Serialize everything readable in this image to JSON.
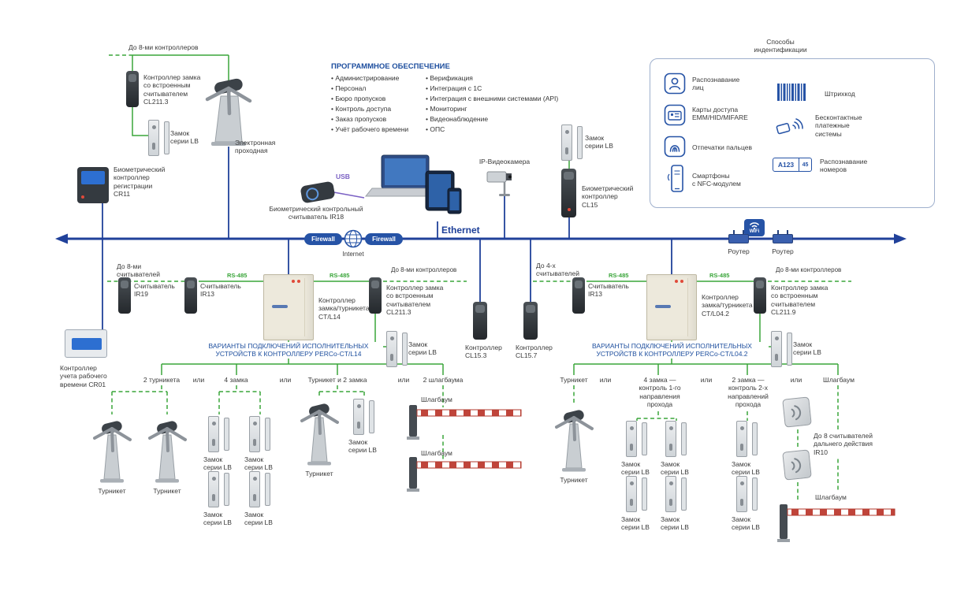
{
  "colors": {
    "line_blue": "#20419a",
    "line_green": "#3aa53a",
    "text_blue": "#1d4e9e",
    "badge_blue": "#2653a6",
    "usb_purple": "#7b61c4",
    "barrier_red": "#c0443a"
  },
  "icons": {
    "wifi": "wifi-icon",
    "internet": "globe-icon",
    "face": "face-frame-icon",
    "cards": "card-icon",
    "fingerprint": "fingerprint-icon",
    "smartphone": "smartphone-nfc-icon",
    "barcode": "barcode-icon",
    "contactless": "contactless-payment-icon",
    "plate": "license-plate-icon"
  },
  "common": {
    "lock_lb": "Замок\nсерии LB",
    "cl211_3": "Контроллер замка\nсо встроенным\nсчитывателем\nCL211.3",
    "up_to_8_controllers": "До 8-ми контроллеров",
    "reader_ir13": "Считыватель\nIR13",
    "rs485": "RS-485",
    "or": "или",
    "turnstile": "Турникет",
    "barrier": "Шлагбаум"
  },
  "top": {
    "checkpoint": "Электронная\nпроходная",
    "cr11": "Биометрический\nконтроллер\nрегистрации\nCR11",
    "ir18": "Биометрический контрольный\nсчитыватель IR18",
    "usb": "USB",
    "ethernet": "Ethernet",
    "ip_camera": "IP-Видеокамера",
    "cl15": "Биометрический\nконтроллер\nCL15"
  },
  "software": {
    "title": "ПРОГРАММНОЕ ОБЕСПЕЧЕНИЕ",
    "col1": [
      "Администрирование",
      "Персонал",
      "Бюро пропусков",
      "Контроль доступа",
      "Заказ пропусков",
      "Учёт рабочего времени"
    ],
    "col2": [
      "Верификация",
      "Интеграция с 1С",
      "Интеграция с внешними системами (API)",
      "Мониторинг",
      "Видеонаблюдение",
      "ОПС"
    ]
  },
  "identification": {
    "title": "Способы\nиндентификации",
    "face": "Распознавание\nлиц",
    "cards": "Карты доступа\nEMM/HID/MIFARE",
    "finger": "Отпечатки пальцев",
    "smartphone": "Смартфоны\nс NFC-модулем",
    "barcode": "Штрихкод",
    "contactless": "Бесконтактные\nплатежные\nсистемы",
    "plate": "Распознавание\nномеров",
    "plate_text_1": "A123",
    "plate_text_2": "45"
  },
  "network": {
    "firewall": "Firewall",
    "internet": "Internet",
    "wifi": "WiFi",
    "router": "Роутер"
  },
  "left": {
    "up_to_8_readers": "До 8-ми\nсчитывателей",
    "reader_ir19": "Считыватель\nIR19",
    "controller_l14": "Контроллер\nзамка/турникета\nCT/L14",
    "cr01": "Контроллер\nучета рабочего\nвремени CR01",
    "variants_l14": "ВАРИАНТЫ ПОДКЛЮЧЕНИЙ ИСПОЛНИТЕЛЬНЫХ\nУСТРОЙСТВ К КОНТРОЛЛЕРУ PERCo-CT/L14",
    "opt_2_turnstiles": "2 турникета",
    "opt_4_locks": "4 замка",
    "opt_turnstile_2_locks": "Турникет и 2 замка",
    "opt_2_barriers": "2 шлагбаума"
  },
  "right": {
    "cl15_3": "Контроллер\nCL15.3",
    "cl15_7": "Контроллер\nCL15.7",
    "up_to_4_readers": "До 4-х\nсчитывателей",
    "controller_l042": "Контроллер\nзамка/турникета\nCT/L04.2",
    "cl211_9": "Контроллер замка\nсо встроенным\nсчитывателем\nCL211.9",
    "variants_l042": "ВАРИАНТЫ ПОДКЛЮЧЕНИЙ ИСПОЛНИТЕЛЬНЫХ\nУСТРОЙСТВ К КОНТРОЛЛЕРУ PERCo-CT/L04.2",
    "opt_4_locks_1dir": "4 замка —\nконтроль 1-го\nнаправления\nпрохода",
    "opt_2_locks_2dir": "2 замка —\nконтроль 2-х\nнаправлений\nпрохода",
    "ir10": "До 8 считывателей\nдальнего действия\nIR10"
  }
}
